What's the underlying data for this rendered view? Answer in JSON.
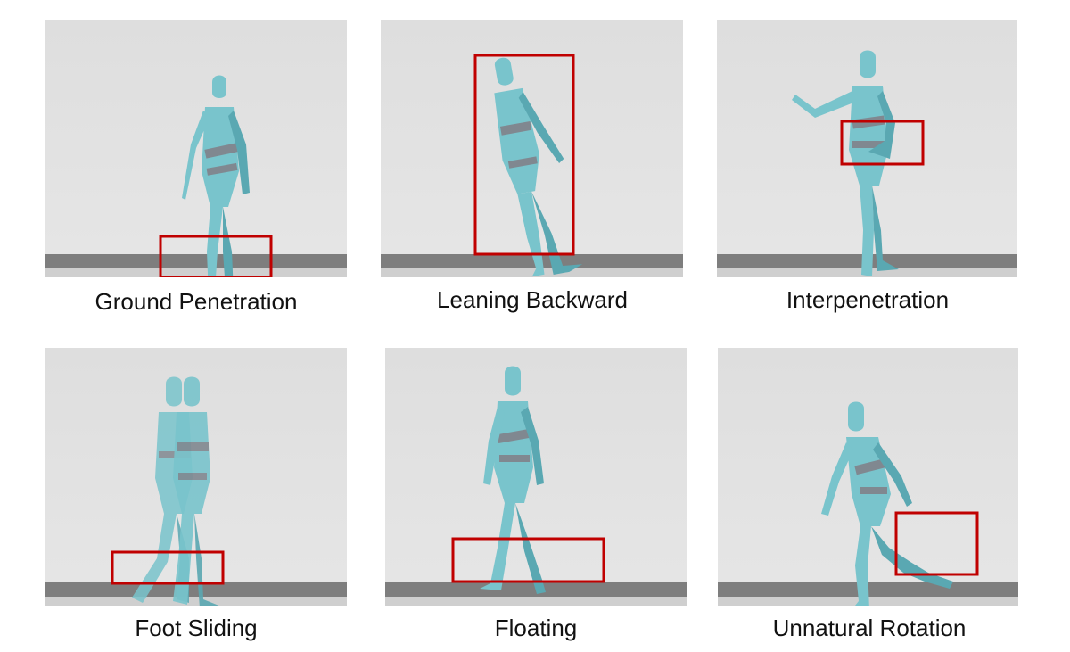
{
  "colors": {
    "background": "#ffffff",
    "scene": "#e1e1e1",
    "floor": "#7e7e7e",
    "floor_edge": "#c8c8c8",
    "figure": "#79c4cc",
    "figure_shade": "#5aa8b2",
    "band": "#808890",
    "highlight_box": "#c00000"
  },
  "panels": [
    {
      "caption": "Ground Penetration",
      "icon": "humanoid-figure",
      "issue": "feet below ground"
    },
    {
      "caption": "Leaning Backward",
      "icon": "humanoid-figure",
      "issue": "body tilted back"
    },
    {
      "caption": "Interpenetration",
      "icon": "humanoid-figure",
      "issue": "arm through torso"
    },
    {
      "caption": "Foot Sliding",
      "icon": "humanoid-figure",
      "issue": "ghosted sliding feet"
    },
    {
      "caption": "Floating",
      "icon": "humanoid-figure",
      "issue": "feet above ground"
    },
    {
      "caption": "Unnatural Rotation",
      "icon": "humanoid-figure",
      "issue": "twisted leg"
    }
  ]
}
